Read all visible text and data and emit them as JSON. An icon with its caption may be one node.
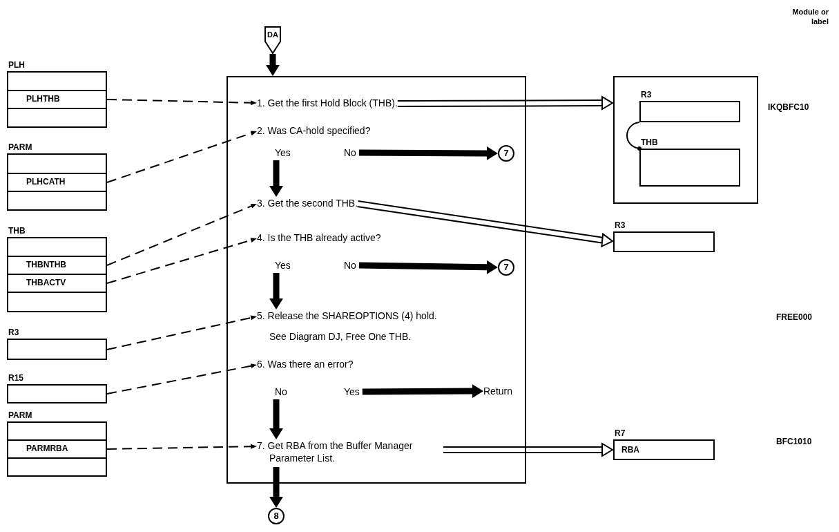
{
  "diagram": {
    "nodes": [
      {
        "text": [
          "PLH"
        ]
      },
      {
        "text": [
          "PLHTHB"
        ],
        "in": 0
      },
      {
        "text": [
          "PARM"
        ]
      },
      {
        "text": [
          "PLHCATH"
        ],
        "in": 2
      },
      {
        "text": [
          "THB"
        ]
      },
      {
        "text": [
          "THBNTHB"
        ],
        "in": 4
      },
      {
        "text": [
          "THBACTV"
        ],
        "in": 4
      },
      {
        "text": [
          "R3"
        ]
      },
      {
        "text": [
          "R15"
        ]
      },
      {
        "text": [
          "PARM"
        ]
      },
      {
        "text": [
          "PARMRBA"
        ],
        "in": 9
      },
      {
        "text": [
          "DA"
        ]
      },
      {
        "text": [],
        "shape": "box"
      },
      {
        "text": [
          "1. Get the first Hold Block (THB)."
        ],
        "in": 12
      },
      {
        "text": [
          "2. Was CA-hold specified?",
          "Yes",
          "No"
        ],
        "in": 12
      },
      {
        "text": [
          "3. Get the second THB."
        ],
        "in": 12
      },
      {
        "text": [
          "4. Is the THB already active?",
          "Yes",
          "No"
        ],
        "in": 12
      },
      {
        "text": [
          "5. Release the SHAREOPTIONS (4) hold.",
          "See Diagram DJ, Free One THB."
        ],
        "in": 12
      },
      {
        "text": [
          "6. Was there an error?",
          "No",
          "Yes"
        ],
        "in": 12
      },
      {
        "text": [
          "7. Get RBA from the Buffer Manager Parameter List."
        ],
        "in": 12
      },
      {
        "text": [
          "7"
        ],
        "in": 12
      },
      {
        "text": [
          "7"
        ],
        "in": 12
      },
      {
        "text": [
          "Return"
        ],
        "in": 12
      },
      {
        "text": [
          "8"
        ]
      },
      {
        "text": [],
        "shape": "box"
      },
      {
        "text": [
          "R3"
        ],
        "in": 24
      },
      {
        "text": [
          "THB"
        ],
        "in": 24
      },
      {
        "text": [
          "R3"
        ]
      },
      {
        "text": [
          "R7",
          "RBA"
        ]
      }
    ],
    "edges": [
      {
        "from": 11,
        "to": 12,
        "arrow": "to",
        "style": "thick"
      },
      {
        "from": 1,
        "to": 13,
        "arrow": "to",
        "style": "dashed"
      },
      {
        "from": 3,
        "to": 14,
        "arrow": "to",
        "style": "dashed"
      },
      {
        "from": 14,
        "to": 15,
        "arrow": "to",
        "style": "thick"
      },
      {
        "from": 14,
        "to": 20,
        "arrow": "to",
        "style": "thick"
      },
      {
        "from": 13,
        "to": 24,
        "arrow": "to"
      },
      {
        "from": 25,
        "to": 26,
        "arrow": "other"
      },
      {
        "from": 5,
        "to": 15,
        "arrow": "to",
        "style": "dashed"
      },
      {
        "from": 15,
        "to": 27,
        "arrow": "to"
      },
      {
        "from": 6,
        "to": 16,
        "arrow": "to",
        "style": "dashed"
      },
      {
        "from": 16,
        "to": 17,
        "arrow": "to",
        "style": "thick"
      },
      {
        "from": 16,
        "to": 21,
        "arrow": "to",
        "style": "thick"
      },
      {
        "from": 7,
        "to": 17,
        "arrow": "to",
        "style": "dashed"
      },
      {
        "from": 8,
        "to": 18,
        "arrow": "to",
        "style": "dashed"
      },
      {
        "from": 18,
        "to": 19,
        "arrow": "to",
        "style": "thick"
      },
      {
        "from": 18,
        "to": 22,
        "arrow": "to",
        "style": "thick"
      },
      {
        "from": 10,
        "to": 19,
        "arrow": "to",
        "style": "dashed"
      },
      {
        "from": 19,
        "to": 28,
        "arrow": "to"
      },
      {
        "from": 19,
        "to": 23,
        "arrow": "to",
        "style": "thick"
      }
    ],
    "labels": [
      "Module or label",
      "IKQBFC10",
      "FREE000",
      "BFC1010"
    ]
  }
}
